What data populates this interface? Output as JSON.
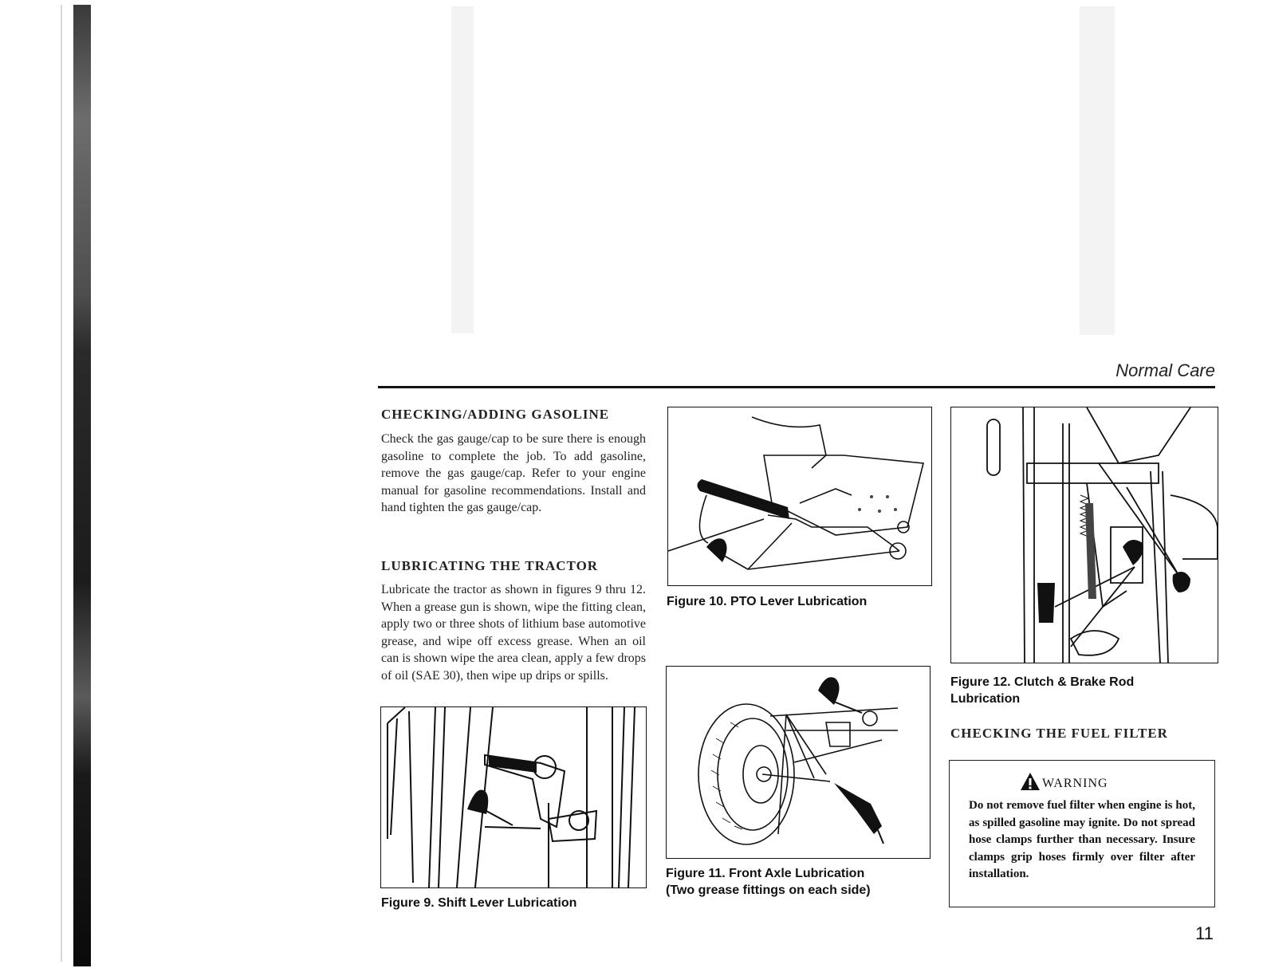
{
  "header": {
    "section_title": "Normal Care"
  },
  "gasoline": {
    "heading": "CHECKING/ADDING GASOLINE",
    "body": "Check the gas gauge/cap to be sure there is enough gasoline to complete the job. To add gasoline, remove the gas gauge/cap. Refer to your engine manual for gasoline recommendations. Install and hand tighten the gas gauge/cap."
  },
  "lubricating": {
    "heading": "LUBRICATING THE TRACTOR",
    "body": "Lubricate the tractor as shown in figures 9 thru 12. When a grease gun is shown, wipe the fitting clean, apply two or three shots of lithium base automotive grease, and wipe off excess grease. When an oil can is shown wipe the area clean, apply a few drops of oil (SAE 30), then wipe up drips or spills."
  },
  "figures": {
    "fig9": "Figure 9.  Shift Lever Lubrication",
    "fig10": "Figure 10.  PTO Lever Lubrication",
    "fig11_line1": "Figure 11.  Front Axle Lubrication",
    "fig11_line2": "(Two grease fittings on each side)",
    "fig12_line1": "Figure 12.  Clutch & Brake Rod",
    "fig12_line2": "Lubrication"
  },
  "fuel_filter": {
    "heading": "CHECKING THE FUEL FILTER",
    "warning_title": "WARNING",
    "warning_body": "Do not remove fuel filter when engine is hot, as spilled gasoline may ignite. Do not spread hose clamps further than necessary. Insure clamps grip hoses firmly over filter after installation."
  },
  "page_number": "11",
  "icons": {
    "warning": "warning-triangle-icon",
    "oil_can": "oil-can-icon"
  }
}
